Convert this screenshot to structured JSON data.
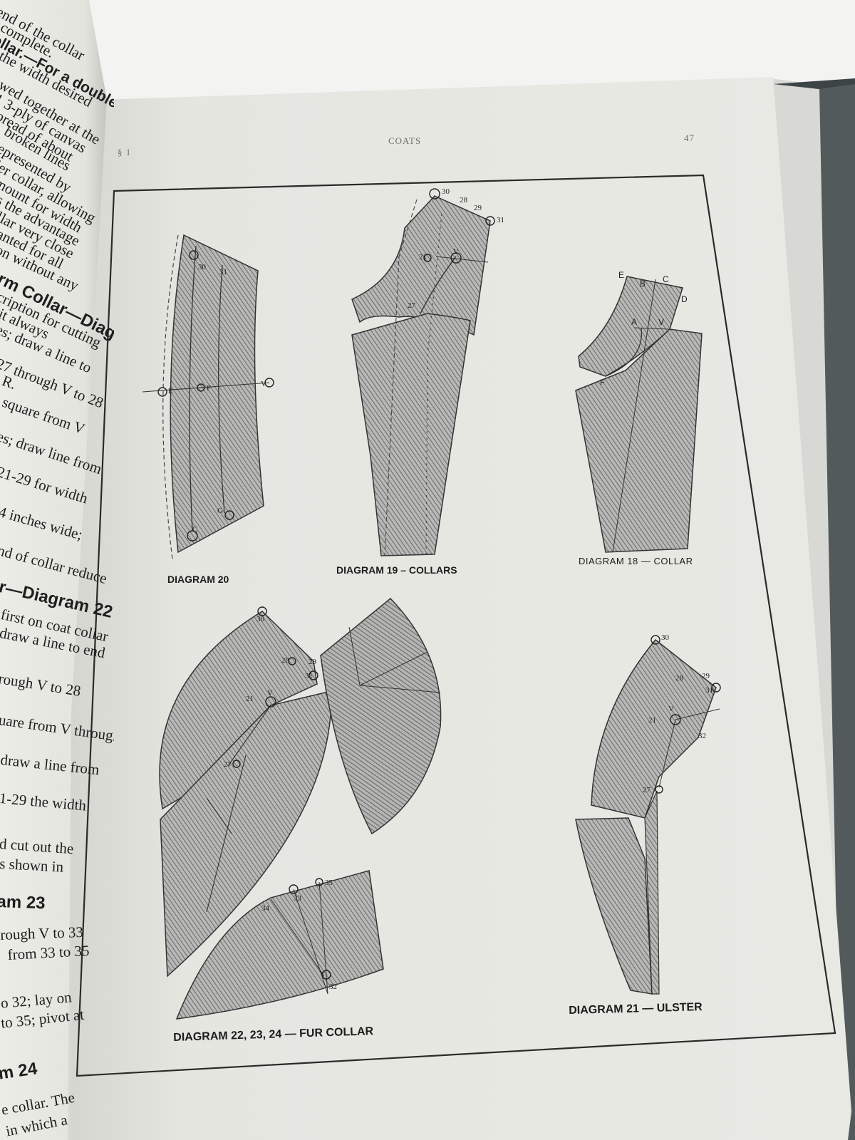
{
  "page": {
    "header_left": "§ 1",
    "header_center": "COATS",
    "header_right": "47"
  },
  "captions": {
    "d20": "DIAGRAM 20",
    "d19": "DIAGRAM 19 – COLLARS",
    "d18": "DIAGRAM 18 — COLLAR",
    "d22": "DIAGRAM 22, 23, 24 — FUR COLLAR",
    "d21": "DIAGRAM 21 — ULSTER"
  },
  "left_page_lines": [
    "end of the collar",
    "complete.",
    "ollar.—For a double",
    "the width desired",
    "ewed together at the",
    "1 3-ply of canvas",
    "pread of about",
    "broken lines",
    "epresented by",
    "ler collar, allowing",
    "mount for width",
    "s the advantage",
    "llar very close",
    "anted for all",
    "on without any",
    "rm Collar—Diag",
    "cription for cutting",
    "it always",
    "es; draw a line to",
    "27 through V to 28",
    "R.",
    "square from V",
    "es; draw line from",
    "21-29 for width",
    "4 inches wide;",
    "nd of collar reduce",
    "r—Diagram 22",
    "first on coat collar",
    "draw a line to end",
    "rough V to 28",
    "uare from V through",
    "draw a line from",
    "1-29 the width",
    "d cut out the",
    "s shown in",
    "am 23",
    "rough V to 33",
    "from 33 to 35",
    "o 32; lay on",
    "to 35; pivot at",
    "m 24",
    "e collar. The",
    "in which a"
  ],
  "point_labels": {
    "d19": [
      "30",
      "28",
      "29",
      "31",
      "21",
      "V",
      "27"
    ],
    "d18": [
      "E",
      "B",
      "C",
      "D",
      "A",
      "V",
      "F"
    ],
    "d20": [
      "30",
      "31",
      "V",
      "E",
      "F",
      "C",
      "G"
    ],
    "d22": [
      "30",
      "28",
      "29",
      "31",
      "21",
      "V",
      "27"
    ],
    "d23": [
      "34",
      "33",
      "35",
      "V",
      "32"
    ],
    "d21": [
      "30",
      "28",
      "29",
      "31",
      "21",
      "V",
      "32",
      "27"
    ]
  }
}
